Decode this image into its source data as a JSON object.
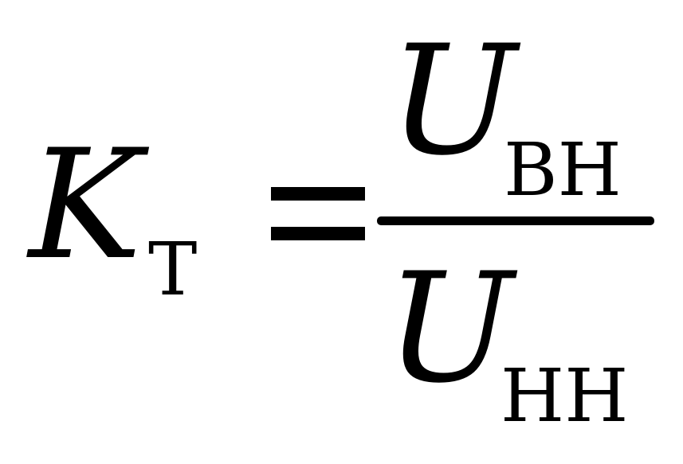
{
  "formula": {
    "lhs": {
      "symbol": "K",
      "subscript": "Т"
    },
    "operator": "=",
    "numerator": {
      "symbol": "U",
      "subscript": "ВН"
    },
    "denominator": {
      "symbol": "U",
      "subscript": "НН"
    }
  }
}
